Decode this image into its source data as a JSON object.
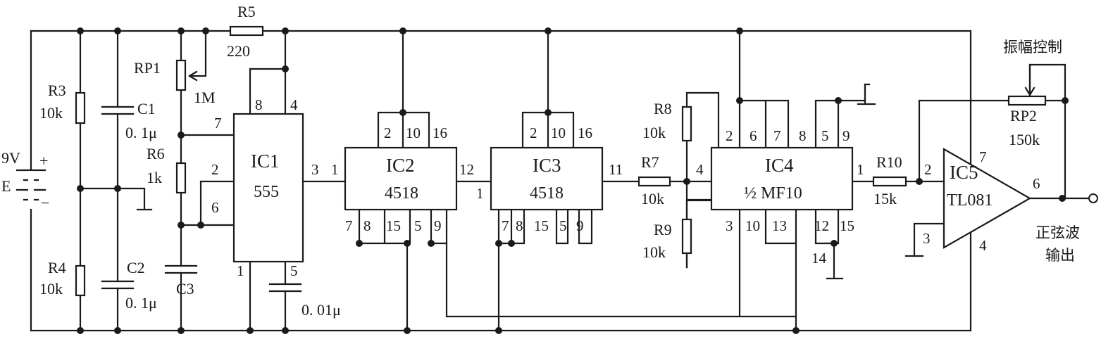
{
  "components": {
    "R3": {
      "name": "R3",
      "value": "10k"
    },
    "R4": {
      "name": "R4",
      "value": "10k"
    },
    "R5": {
      "name": "R5",
      "value": "220"
    },
    "R6": {
      "name": "R6",
      "value": "1k"
    },
    "R7": {
      "name": "R7",
      "value": "10k"
    },
    "R8": {
      "name": "R8",
      "value": "10k"
    },
    "R9": {
      "name": "R9",
      "value": "10k"
    },
    "R10": {
      "name": "R10",
      "value": "15k"
    },
    "RP1": {
      "name": "RP1",
      "value": "1M"
    },
    "RP2": {
      "name": "RP2",
      "value": "150k"
    },
    "C1": {
      "name": "C1",
      "value": "0. 1μ"
    },
    "C2": {
      "name": "C2",
      "value": "0. 1μ"
    },
    "C3": {
      "name": "C3"
    },
    "C5": {
      "value": "0. 01μ"
    },
    "battery": {
      "voltage": "9V",
      "name": "E",
      "plus": "+",
      "minus": "−"
    }
  },
  "ics": {
    "IC1": {
      "name": "IC1",
      "part": "555",
      "pins": [
        "8",
        "4",
        "7",
        "2",
        "6",
        "3",
        "1",
        "5"
      ]
    },
    "IC2": {
      "name": "IC2",
      "part": "4518",
      "top_pins": [
        "2",
        "10",
        "16"
      ],
      "bottom_pins": [
        "7",
        "8",
        "15",
        "5",
        "9"
      ],
      "in_pin": "1",
      "out_pin": "12"
    },
    "IC3": {
      "name": "IC3",
      "part": "4518",
      "top_pins": [
        "2",
        "10",
        "16"
      ],
      "bottom_pins": [
        "7",
        "8",
        "15",
        "5",
        "9"
      ],
      "in_pin": "1",
      "out_pin": "11"
    },
    "IC4": {
      "name": "IC4",
      "part": "½ MF10",
      "top_pins": [
        "2",
        "6",
        "7",
        "8",
        "5",
        "9"
      ],
      "bottom_pins": [
        "3",
        "10",
        "13",
        "12",
        "15"
      ],
      "extra_pin": "14",
      "in_pin": "4",
      "out_pin": "1"
    },
    "IC5": {
      "name": "IC5",
      "part": "TL081",
      "pins": [
        "2",
        "3",
        "7",
        "4",
        "6"
      ]
    }
  },
  "labels": {
    "amplitude_control": "振幅控制",
    "sine_out_1": "正弦波",
    "sine_out_2": "输出"
  }
}
